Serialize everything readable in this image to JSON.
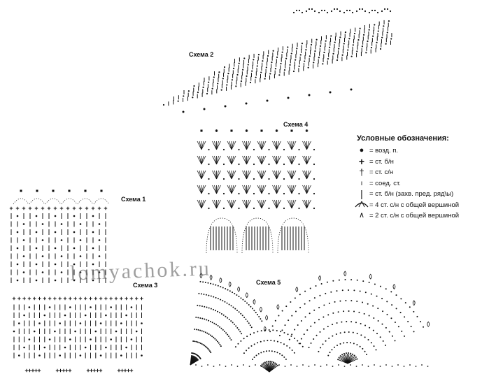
{
  "diagrams": {
    "scheme1": "Схема 1",
    "scheme2": "Схема 2",
    "scheme3": "Схема 3",
    "scheme4": "Схема 4",
    "scheme5": "Схема 5"
  },
  "legend": {
    "title": "Условные обозначения:",
    "items": [
      {
        "icon": "chain-dot-icon",
        "text": "= возд. п."
      },
      {
        "icon": "cross-icon",
        "text": "= ст. б/н"
      },
      {
        "icon": "dagger-icon",
        "text": "= ст. с/н"
      },
      {
        "icon": "short-bar-icon",
        "text": "= соед. ст."
      },
      {
        "icon": "tall-bar-icon",
        "text": "= ст. б/н (захв. пред. ряд\\ы)"
      },
      {
        "icon": "fan-icon",
        "text": "= 4 ст. с/н с общей вершиной"
      },
      {
        "icon": "caret-icon",
        "text": "= 2 ст. с/н с общей вершиной"
      }
    ]
  },
  "watermark": "lomyachok.ru"
}
